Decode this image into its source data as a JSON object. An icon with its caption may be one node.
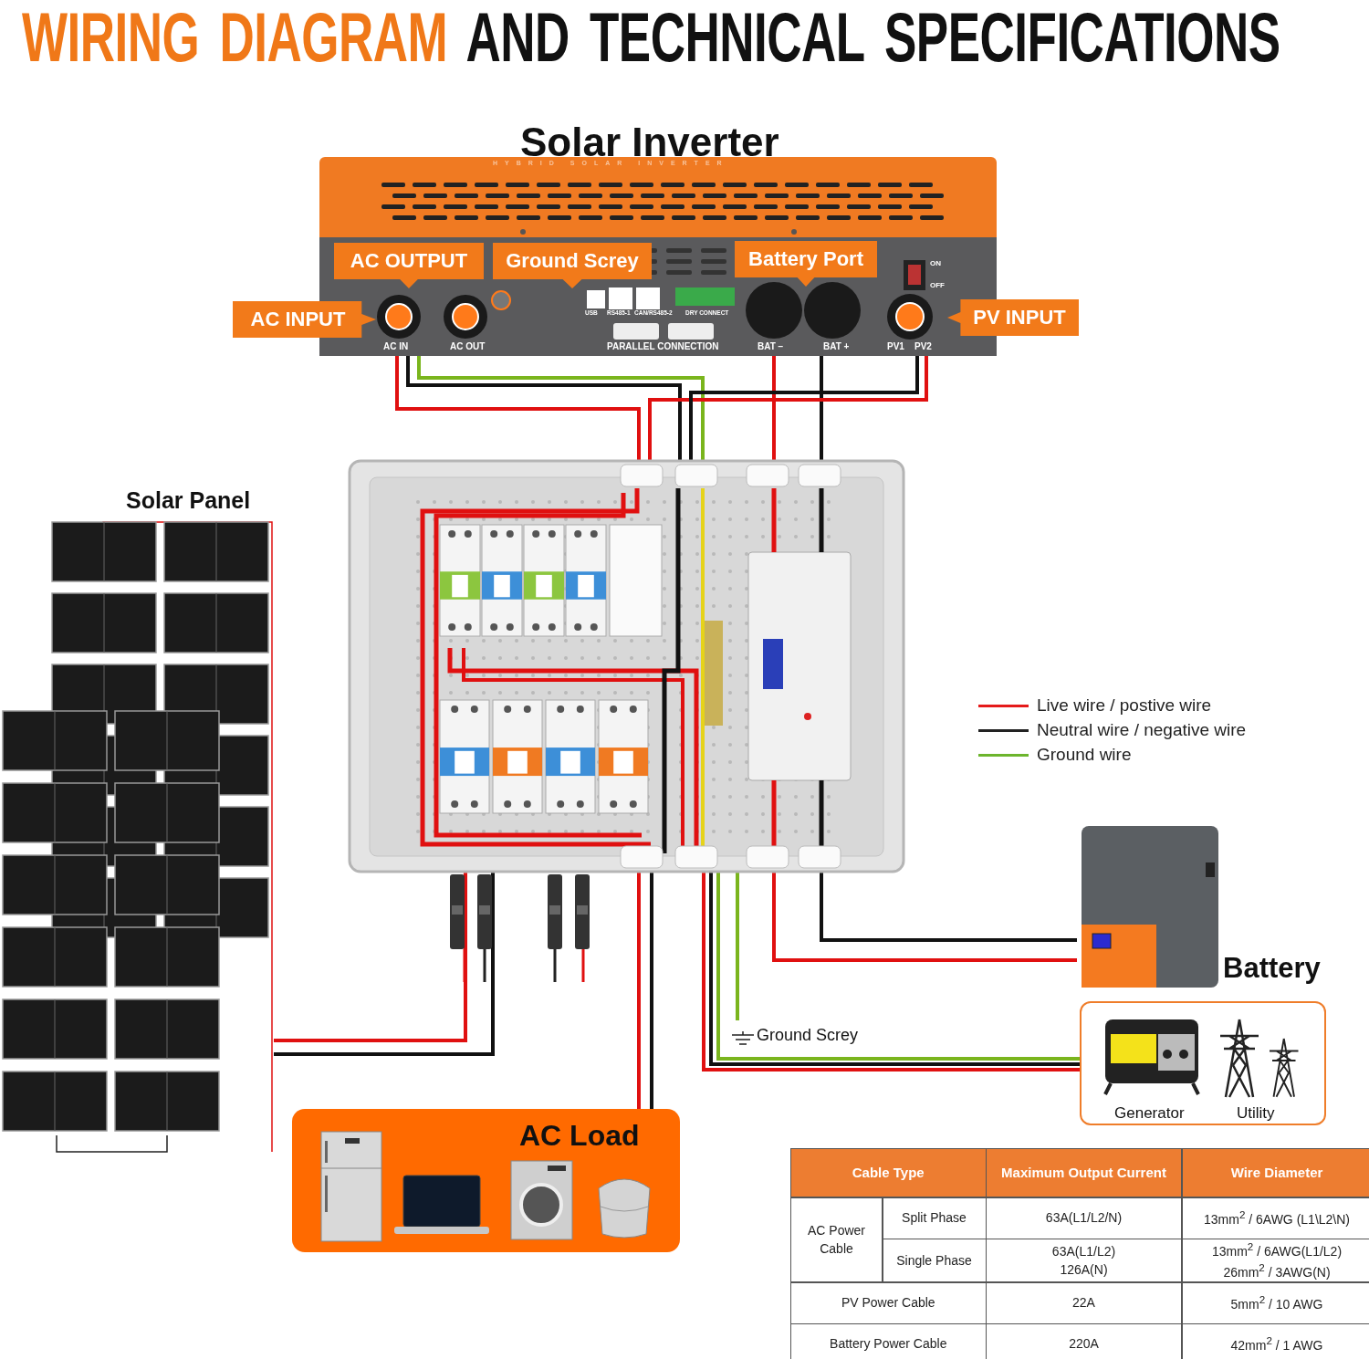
{
  "diagram": {
    "title": "WIRING DIAGRAM AND TECHNICAL SPECIFICATIONS",
    "nodes": [
      {
        "text": [
          "Solar Inverter"
        ]
      },
      {
        "text": [],
        "shape": "picture"
      },
      {
        "text": [
          "Solar Panel"
        ]
      },
      {
        "text": [
          "Battery"
        ]
      },
      {
        "text": [
          "Generator",
          "Utility"
        ]
      },
      {
        "text": [
          "AC Load"
        ]
      },
      {
        "text": [
          "Ground Screy"
        ]
      }
    ],
    "edges": [
      {
        "from": 0,
        "to": 1,
        "arrow": "none"
      },
      {
        "from": 0,
        "to": 1,
        "arrow": "none",
        "color": "#111111"
      },
      {
        "from": 0,
        "to": 1,
        "arrow": "none",
        "color": "#7ab51d"
      },
      {
        "from": 0,
        "to": 1,
        "arrow": "none"
      },
      {
        "from": 0,
        "to": 1,
        "arrow": "none",
        "color": "#111111"
      },
      {
        "from": 0,
        "to": 1,
        "arrow": "none"
      },
      {
        "from": 0,
        "to": 1,
        "arrow": "none",
        "color": "#111111"
      },
      {
        "from": 1,
        "to": 2,
        "arrow": "none"
      },
      {
        "from": 1,
        "to": 2,
        "arrow": "none",
        "color": "#111111"
      },
      {
        "from": 1,
        "to": 3,
        "arrow": "none"
      },
      {
        "from": 1,
        "to": 3,
        "arrow": "none",
        "color": "#111111"
      },
      {
        "from": 1,
        "to": 5,
        "arrow": "none"
      },
      {
        "from": 1,
        "to": 5,
        "arrow": "none",
        "color": "#111111"
      },
      {
        "from": 1,
        "to": 6,
        "arrow": "none",
        "color": "#7ab51d"
      },
      {
        "from": 1,
        "to": 4,
        "arrow": "none"
      },
      {
        "from": 1,
        "to": 4,
        "arrow": "none",
        "color": "#111111"
      },
      {
        "from": 1,
        "to": 4,
        "arrow": "none",
        "color": "#7ab51d"
      }
    ],
    "labels": [
      "HYBRID SOLAR INVERTER",
      "AC OUTPUT",
      "Ground Screy",
      "Battery Port",
      "AC INPUT",
      "PV INPUT",
      "ON",
      "OFF",
      "USB",
      "RS485-1",
      "CAN/RS485-2",
      "DRY CONNECT",
      "AC IN",
      "AC OUT",
      "PARALLEL CONNECTION",
      "BAT −",
      "BAT +",
      "PV1",
      "PV2",
      "Cable Type",
      "Maximum Output Current",
      "Wire Diameter",
      "AC Power Cable",
      "Split Phase",
      "63A(L1/L2/N)",
      "13mm$^{2}$ / 6AWG (L1\\L2\\N)",
      "Single Phase",
      "63A(L1/L2)",
      "126A(N)",
      "13mm$^{2}$ / 6AWG(L1/L2)",
      "26mm$^{2}$ / 3AWG(N)",
      "PV Power Cable",
      "22A",
      "5mm$^{2}$ / 10 AWG",
      "Battery Power Cable",
      "220A",
      "42mm$^{2}$ / 1 AWG"
    ],
    "legend": [
      {
        "text": "Live wire / postive wire"
      },
      {
        "text": "Neutral wire / negative wire"
      },
      {
        "text": "Ground wire"
      }
    ]
  }
}
